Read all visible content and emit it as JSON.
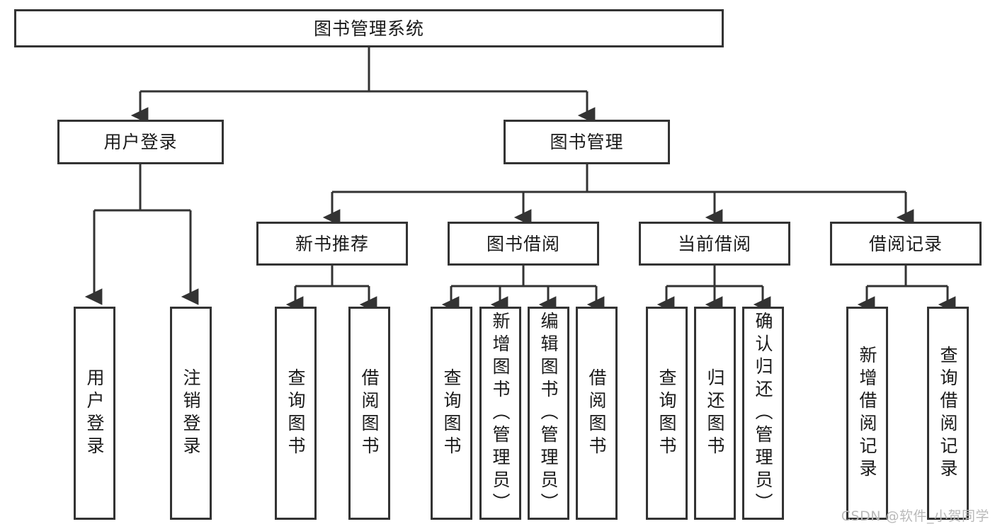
{
  "diagram": {
    "title": "图书管理系统",
    "type": "tree-hierarchy",
    "watermark": "CSDN @软件_小贺同学",
    "colors": {
      "stroke": "#333333",
      "fill": "#ffffff",
      "text": "#1a1a1a",
      "watermark": "#b9b9b9"
    },
    "root": {
      "id": "root",
      "label": "图书管理系统"
    },
    "level2": [
      {
        "id": "user-login",
        "label": "用户登录"
      },
      {
        "id": "book-manage",
        "label": "图书管理"
      }
    ],
    "level3": [
      {
        "id": "new-book-rec",
        "label": "新书推荐",
        "parent": "book-manage"
      },
      {
        "id": "book-borrow",
        "label": "图书借阅",
        "parent": "book-manage"
      },
      {
        "id": "current-borrow",
        "label": "当前借阅",
        "parent": "book-manage"
      },
      {
        "id": "borrow-record",
        "label": "借阅记录",
        "parent": "book-manage"
      }
    ],
    "leaves": {
      "user-login": [
        {
          "id": "leaf-user-login",
          "label": "用户登录"
        },
        {
          "id": "leaf-user-logout",
          "label": "注销登录"
        }
      ],
      "new-book-rec": [
        {
          "id": "leaf-query-book-1",
          "label": "查询图书"
        },
        {
          "id": "leaf-borrow-book-1",
          "label": "借阅图书"
        }
      ],
      "book-borrow": [
        {
          "id": "leaf-query-book-2",
          "label": "查询图书"
        },
        {
          "id": "leaf-add-book",
          "label": "新增图书（管理员）"
        },
        {
          "id": "leaf-edit-book",
          "label": "编辑图书（管理员）"
        },
        {
          "id": "leaf-borrow-book-2",
          "label": "借阅图书"
        }
      ],
      "current-borrow": [
        {
          "id": "leaf-query-book-3",
          "label": "查询图书"
        },
        {
          "id": "leaf-return-book",
          "label": "归还图书"
        },
        {
          "id": "leaf-confirm-return",
          "label": "确认归还（管理员）"
        }
      ],
      "borrow-record": [
        {
          "id": "leaf-add-record",
          "label": "新增借阅记录"
        },
        {
          "id": "leaf-query-record",
          "label": "查询借阅记录"
        }
      ]
    }
  }
}
